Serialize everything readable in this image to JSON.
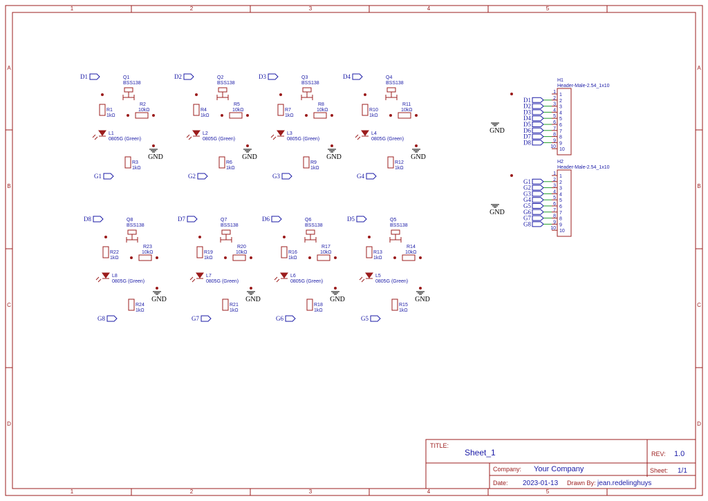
{
  "sheet": {
    "col_labels": [
      "1",
      "2",
      "3",
      "4",
      "5"
    ],
    "row_labels": [
      "A",
      "B",
      "C",
      "D"
    ]
  },
  "circuits": [
    {
      "in": "D1",
      "q": "Q1",
      "q_value": "BSS138",
      "r_led": "R1",
      "r_gate": "R2",
      "r_out": "R3",
      "led": "L1",
      "out": "G1"
    },
    {
      "in": "D2",
      "q": "Q2",
      "q_value": "BSS138",
      "r_led": "R4",
      "r_gate": "R5",
      "r_out": "R6",
      "led": "L2",
      "out": "G2"
    },
    {
      "in": "D3",
      "q": "Q3",
      "q_value": "BSS138",
      "r_led": "R7",
      "r_gate": "R8",
      "r_out": "R9",
      "led": "L3",
      "out": "G3"
    },
    {
      "in": "D4",
      "q": "Q4",
      "q_value": "BSS138",
      "r_led": "R10",
      "r_gate": "R11",
      "r_out": "R12",
      "led": "L4",
      "out": "G4"
    },
    {
      "in": "D8",
      "q": "Q8",
      "q_value": "BSS138",
      "r_led": "R22",
      "r_gate": "R23",
      "r_out": "R24",
      "led": "L8",
      "out": "G8"
    },
    {
      "in": "D7",
      "q": "Q7",
      "q_value": "BSS138",
      "r_led": "R19",
      "r_gate": "R20",
      "r_out": "R21",
      "led": "L7",
      "out": "G7"
    },
    {
      "in": "D6",
      "q": "Q6",
      "q_value": "BSS138",
      "r_led": "R16",
      "r_gate": "R17",
      "r_out": "R18",
      "led": "L6",
      "out": "G6"
    },
    {
      "in": "D5",
      "q": "Q5",
      "q_value": "BSS138",
      "r_led": "R13",
      "r_gate": "R14",
      "r_out": "R15",
      "led": "L5",
      "out": "G5"
    }
  ],
  "values": {
    "r_small": "1kΩ",
    "r_large": "10kΩ",
    "led": "0805G (Green)",
    "gnd": "GND"
  },
  "headers": [
    {
      "ref": "H1",
      "part": "Header-Male-2.54_1x10",
      "nets": [
        "D1",
        "D2",
        "D3",
        "D4",
        "D5",
        "D6",
        "D7",
        "D8"
      ],
      "gnd": "GND"
    },
    {
      "ref": "H2",
      "part": "Header-Male-2.54_1x10",
      "nets": [
        "G1",
        "G2",
        "G3",
        "G4",
        "G5",
        "G6",
        "G7",
        "G8"
      ],
      "gnd": "GND"
    }
  ],
  "pins": [
    "1",
    "2",
    "3",
    "4",
    "5",
    "6",
    "7",
    "8",
    "9",
    "10"
  ],
  "title_block": {
    "title_label": "TITLE:",
    "title": "Sheet_1",
    "rev_label": "REV:",
    "rev": "1.0",
    "company_label": "Company:",
    "company": "Your Company",
    "sheet_label": "Sheet:",
    "sheet": "1/1",
    "date_label": "Date:",
    "date": "2023-01-13",
    "drawn_label": "Drawn By:",
    "drawn": "jean.redelinghuys"
  }
}
